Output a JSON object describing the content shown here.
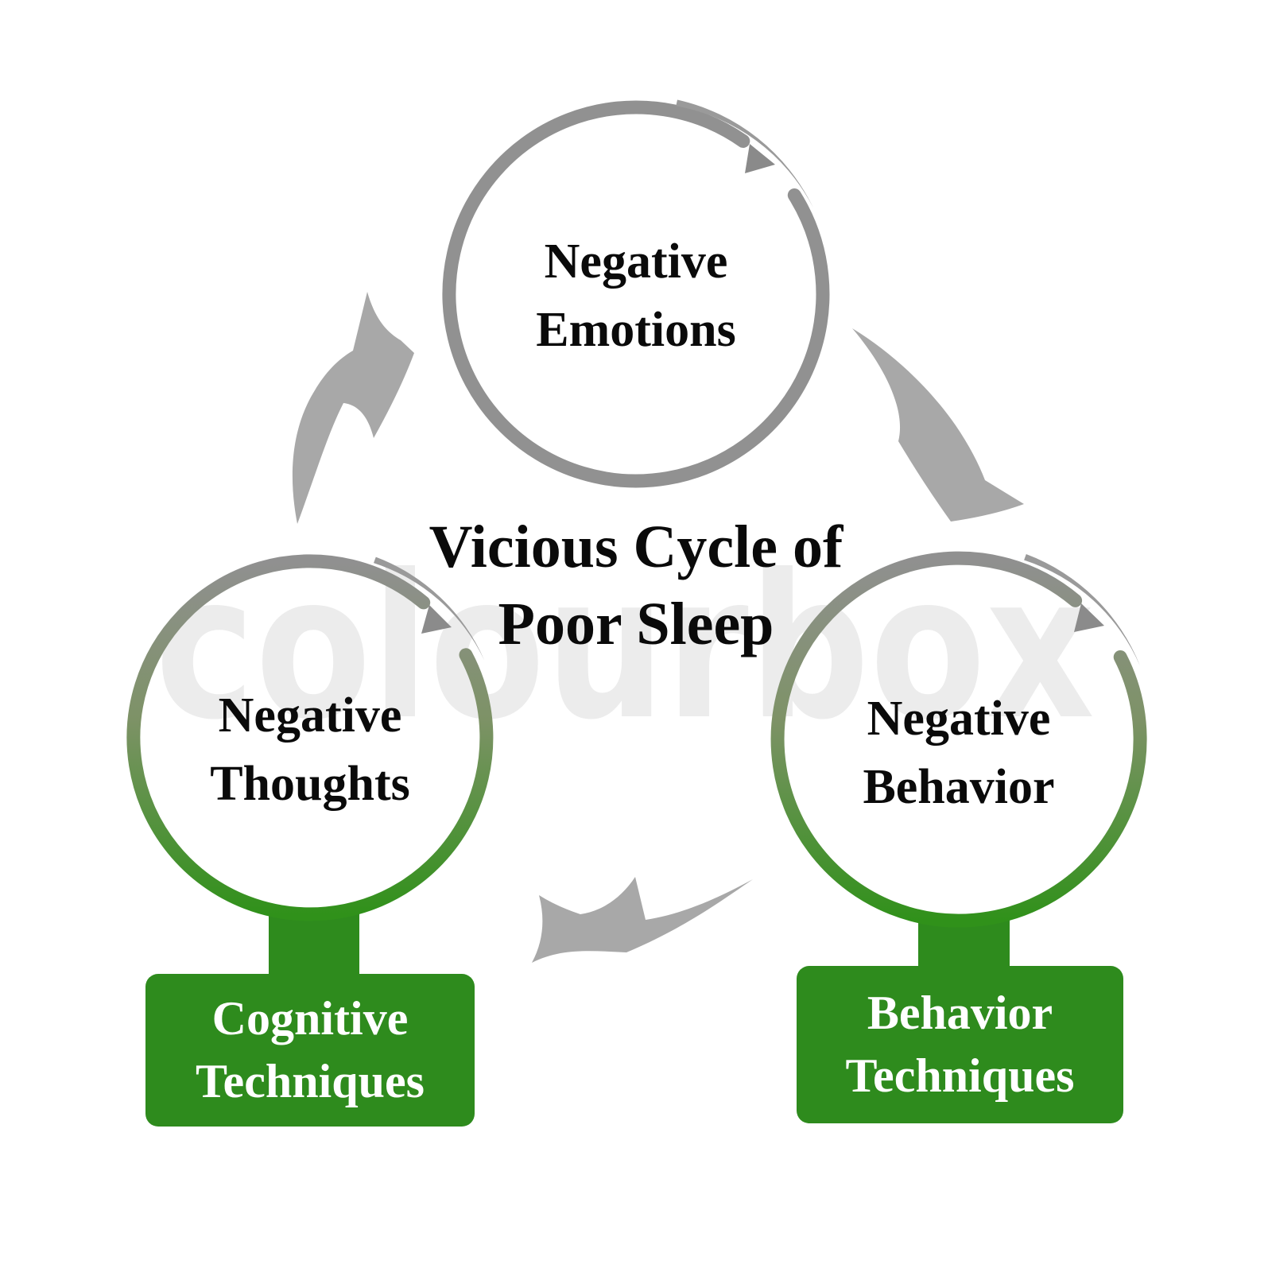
{
  "title": {
    "line1": "Vicious Cycle of",
    "line2": "Poor Sleep"
  },
  "cycle_nodes": [
    {
      "id": "negative-emotions",
      "line1": "Negative",
      "line2": "Emotions"
    },
    {
      "id": "negative-thoughts",
      "line1": "Negative",
      "line2": "Thoughts"
    },
    {
      "id": "negative-behavior",
      "line1": "Negative",
      "line2": "Behavior"
    }
  ],
  "technique_boxes": [
    {
      "id": "cognitive-techniques",
      "line1": "Cognitive",
      "line2": "Techniques"
    },
    {
      "id": "behavior-techniques",
      "line1": "Behavior",
      "line2": "Techniques"
    }
  ],
  "watermark": "colourbox",
  "colors": {
    "box_green": "#2e8b1d",
    "circle_green": "#30911a",
    "ring_gray": "#919191",
    "arrow_gray": "#a8a8a8",
    "watermark_gray": "#ececec",
    "label_text": "#0a0a0a",
    "box_text": "#ffffff"
  }
}
